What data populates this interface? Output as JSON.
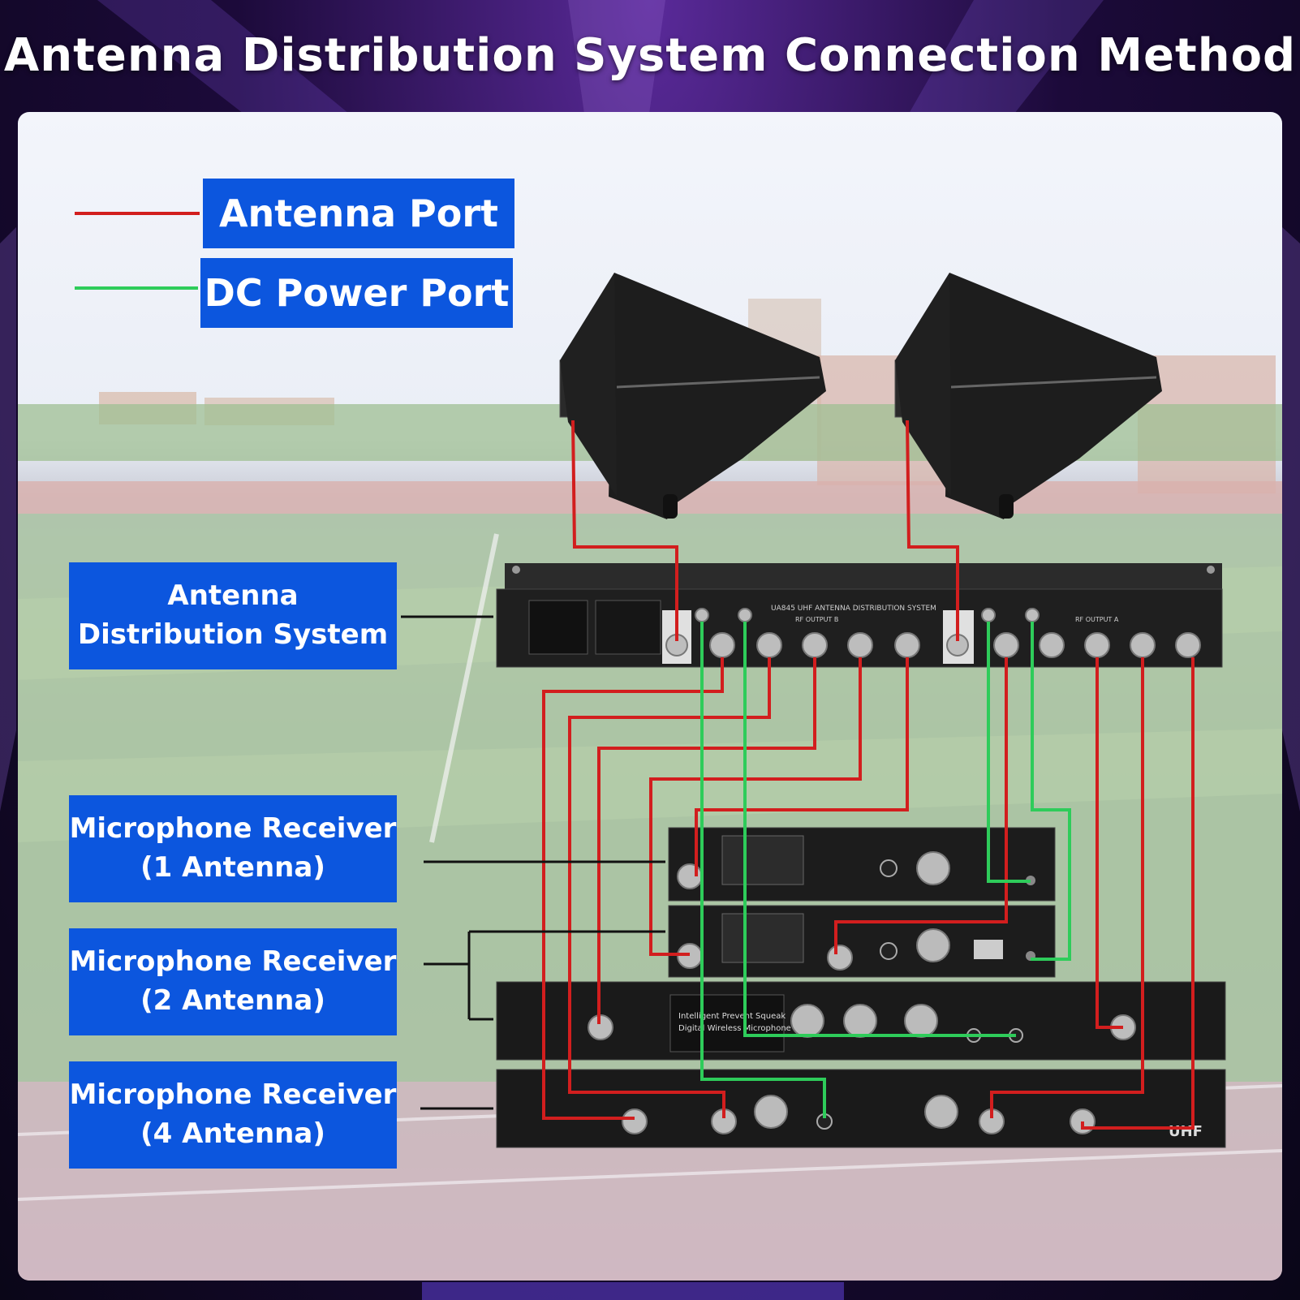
{
  "title": "Antenna Distribution System Connection Method",
  "legend": {
    "antenna_port": "Antenna Port",
    "dc_power_port": "DC Power Port"
  },
  "labels": {
    "ads_line1": "Antenna",
    "ads_line2": "Distribution System",
    "r1_line1": "Microphone Receiver",
    "r1_line2": "(1 Antenna)",
    "r2_line1": "Microphone Receiver",
    "r2_line2": "(2 Antenna)",
    "r4_line1": "Microphone Receiver",
    "r4_line2": "(4 Antenna)"
  },
  "device_text": {
    "ads_model": "UA845 UHF ANTENNA DISTRIBUTION SYSTEM",
    "rf_output_b": "RF OUTPUT B",
    "rf_output_a": "RF OUTPUT A",
    "r2b_text1": "Intelligent Prevent Squeak",
    "r2b_text2": "Digital Wireless Microphone",
    "uhf": "UHF"
  },
  "colors": {
    "antenna_wire": "#d21e1e",
    "dc_wire": "#2ecc5a",
    "label_blue": "#0c56de"
  }
}
